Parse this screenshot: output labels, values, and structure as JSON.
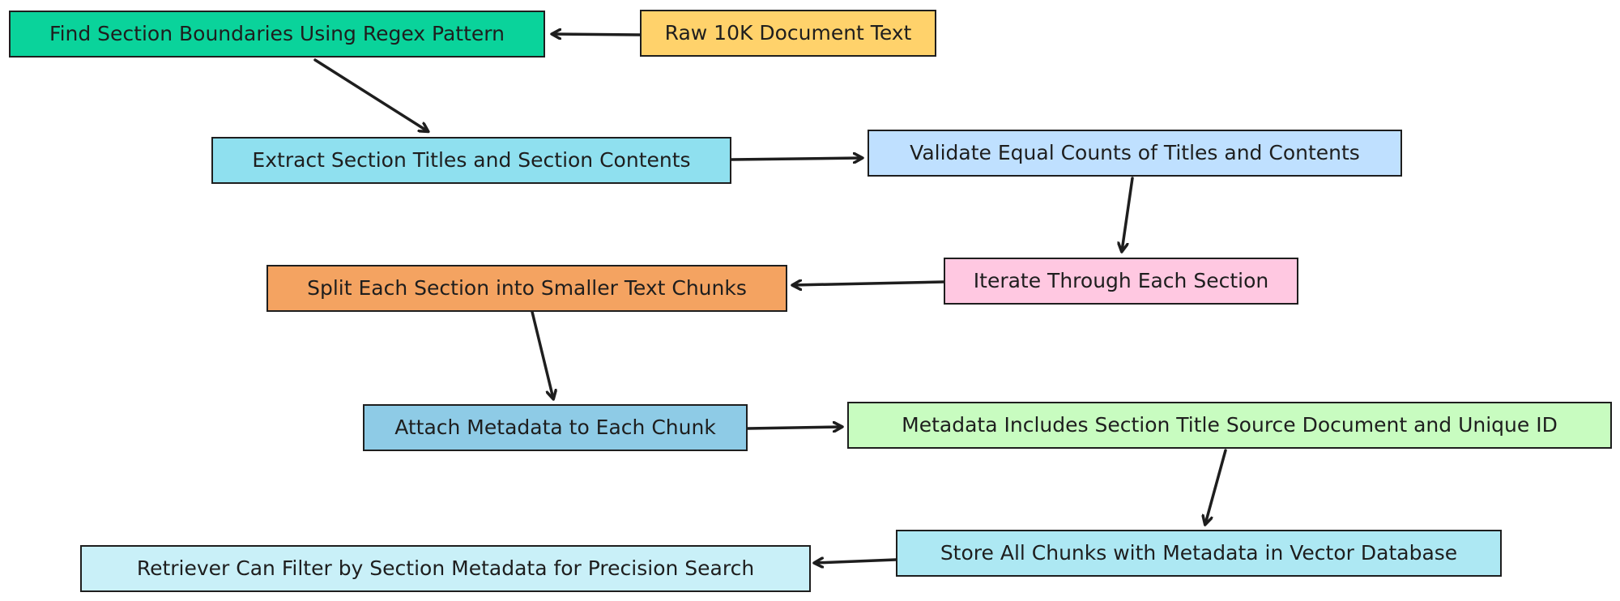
{
  "diagram": {
    "nodes": [
      {
        "id": "find_boundaries",
        "label": "Find Section Boundaries Using Regex Pattern",
        "color": "#0ad39b"
      },
      {
        "id": "raw_doc",
        "label": "Raw 10K Document Text",
        "color": "#ffd26b"
      },
      {
        "id": "extract",
        "label": "Extract Section Titles and Section Contents",
        "color": "#8fe0ef"
      },
      {
        "id": "validate",
        "label": "Validate Equal Counts of Titles and Contents",
        "color": "#bfe0ff"
      },
      {
        "id": "iterate",
        "label": "Iterate Through Each Section",
        "color": "#ffc8e1"
      },
      {
        "id": "split",
        "label": "Split Each Section into Smaller Text Chunks",
        "color": "#f4a361"
      },
      {
        "id": "attach",
        "label": "Attach Metadata to Each Chunk",
        "color": "#8ecbe6"
      },
      {
        "id": "metadata_includes",
        "label": "Metadata Includes Section Title Source Document and Unique ID",
        "color": "#c8fcc0"
      },
      {
        "id": "store",
        "label": "Store All Chunks with Metadata in Vector Database",
        "color": "#ade8f3"
      },
      {
        "id": "retriever",
        "label": "Retriever Can Filter by Section Metadata for Precision Search",
        "color": "#c9f0f8"
      }
    ],
    "edges": [
      {
        "from": "raw_doc",
        "to": "find_boundaries"
      },
      {
        "from": "find_boundaries",
        "to": "extract"
      },
      {
        "from": "extract",
        "to": "validate"
      },
      {
        "from": "validate",
        "to": "iterate"
      },
      {
        "from": "iterate",
        "to": "split"
      },
      {
        "from": "split",
        "to": "attach"
      },
      {
        "from": "attach",
        "to": "metadata_includes"
      },
      {
        "from": "metadata_includes",
        "to": "store"
      },
      {
        "from": "store",
        "to": "retriever"
      }
    ]
  }
}
